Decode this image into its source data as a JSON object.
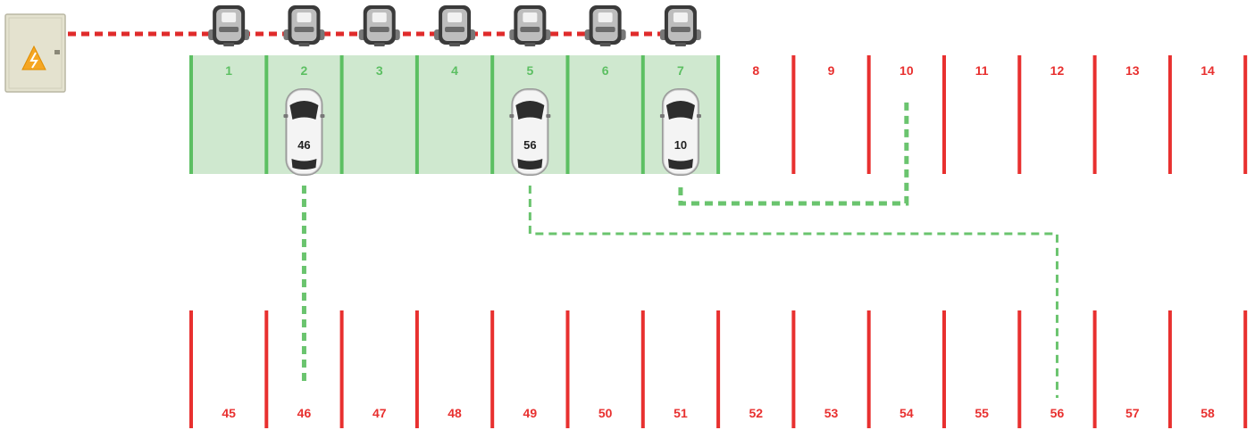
{
  "colors": {
    "active_fill": "#cfe8cf",
    "active_line": "#5cbf62",
    "active_text": "#5cbf62",
    "inactive_line": "#e8302f",
    "inactive_text": "#e8302f",
    "power_line": "#e02b2b",
    "route_line": "#6ac46e",
    "cabinet": "#e4e2cf",
    "warning": "#f5a623"
  },
  "power_cabinet": {
    "icon": "high-voltage-icon"
  },
  "chargers": {
    "count": 7,
    "icon": "ev-charger-icon"
  },
  "top_row": {
    "spots": [
      {
        "label": "1",
        "status": "active"
      },
      {
        "label": "2",
        "status": "active"
      },
      {
        "label": "3",
        "status": "active"
      },
      {
        "label": "4",
        "status": "active"
      },
      {
        "label": "5",
        "status": "active"
      },
      {
        "label": "6",
        "status": "active"
      },
      {
        "label": "7",
        "status": "active"
      },
      {
        "label": "8",
        "status": "inactive"
      },
      {
        "label": "9",
        "status": "inactive"
      },
      {
        "label": "10",
        "status": "inactive"
      },
      {
        "label": "11",
        "status": "inactive"
      },
      {
        "label": "12",
        "status": "inactive"
      },
      {
        "label": "13",
        "status": "inactive"
      },
      {
        "label": "14",
        "status": "inactive"
      }
    ]
  },
  "bottom_row": {
    "spots": [
      {
        "label": "45"
      },
      {
        "label": "46"
      },
      {
        "label": "47"
      },
      {
        "label": "48"
      },
      {
        "label": "49"
      },
      {
        "label": "50"
      },
      {
        "label": "51"
      },
      {
        "label": "52"
      },
      {
        "label": "53"
      },
      {
        "label": "54"
      },
      {
        "label": "55"
      },
      {
        "label": "56"
      },
      {
        "label": "57"
      },
      {
        "label": "58"
      }
    ]
  },
  "cars": [
    {
      "label": "46",
      "parked_in": "2",
      "home_spot": "46"
    },
    {
      "label": "56",
      "parked_in": "5",
      "home_spot": "56"
    },
    {
      "label": "10",
      "parked_in": "7",
      "home_spot": "10"
    }
  ]
}
